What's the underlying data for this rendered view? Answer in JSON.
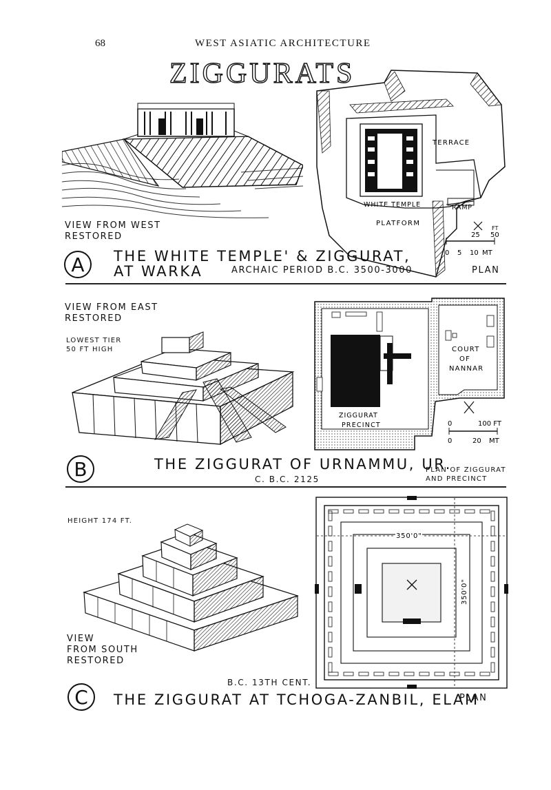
{
  "page": {
    "number": "68",
    "running_head": "WEST ASIATIC ARCHITECTURE",
    "title": "ZIGGURATS"
  },
  "section_a": {
    "letter": "A",
    "view_label_line1": "VIEW FROM WEST",
    "view_label_line2": "RESTORED",
    "caption_line1": "THE WHITE TEMPLE' & ZIGGURAT,",
    "caption_line2": "AT WARKA",
    "period": "ARCHAIC PERIOD B.C. 3500-3000",
    "plan_label": "PLAN",
    "plan": {
      "terrace": "TERRACE",
      "white_temple": "WHITE TEMPLE",
      "ramp": "RAMP",
      "platform": "PLATFORM",
      "scale_unit_top": "FT",
      "scale_top": [
        "0",
        "25",
        "50"
      ],
      "scale_bottom": [
        "0",
        "5",
        "10",
        "MT"
      ]
    }
  },
  "section_b": {
    "letter": "B",
    "view_label_line1": "VIEW FROM EAST",
    "view_label_line2": "RESTORED",
    "tier_note_line1": "LOWEST TIER",
    "tier_note_line2": "50 FT HIGH",
    "caption": "THE ZIGGURAT OF URNAMMU, UR.",
    "date": "C. B.C. 2125",
    "plan_label_line1": "PLAN OF ZIGGURAT",
    "plan_label_line2": "AND PRECINCT",
    "plan": {
      "court_line1": "COURT",
      "court_line2": "OF",
      "court_line3": "NANNAR",
      "ziggurat": "ZIGGURAT",
      "precinct": "PRECINCT",
      "scale_top": [
        "0",
        "100 FT"
      ],
      "scale_bottom": [
        "0",
        "20",
        "MT"
      ]
    }
  },
  "section_c": {
    "letter": "C",
    "height_label": "HEIGHT 174 FT.",
    "view_label_line1": "VIEW",
    "view_label_line2": "FROM SOUTH",
    "view_label_line3": "RESTORED",
    "date": "B.C. 13TH CENT.",
    "caption": "THE ZIGGURAT AT TCHOGA-ZANBIL, ELAM",
    "plan_label": "PLAN",
    "plan": {
      "dim_horizontal": "350'0\"",
      "dim_vertical": "350'0\""
    }
  }
}
